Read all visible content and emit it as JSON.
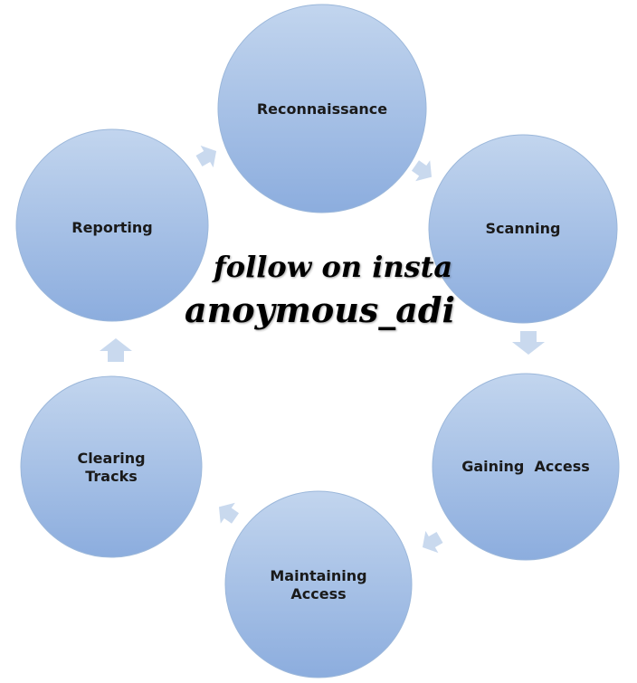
{
  "diagram": {
    "nodes": [
      {
        "id": "reconnaissance",
        "lines": [
          "Reconnaissance"
        ]
      },
      {
        "id": "scanning",
        "lines": [
          "Scanning"
        ]
      },
      {
        "id": "gaining-access",
        "lines": [
          "Gaining  Access"
        ]
      },
      {
        "id": "maintaining-access",
        "lines": [
          "Maintaining",
          "Access"
        ]
      },
      {
        "id": "clearing-tracks",
        "lines": [
          "Clearing",
          "Tracks"
        ]
      },
      {
        "id": "reporting",
        "lines": [
          "Reporting"
        ]
      }
    ],
    "colors": {
      "circle_top": "#bcd0ec",
      "circle_bottom": "#8fb0df",
      "circle_stroke": "#9bb7da",
      "arrow": "#c9d9ee",
      "label": "#1a1a1a"
    }
  },
  "watermark": {
    "line1": "follow on insta",
    "line2": "anoymous_adi"
  }
}
